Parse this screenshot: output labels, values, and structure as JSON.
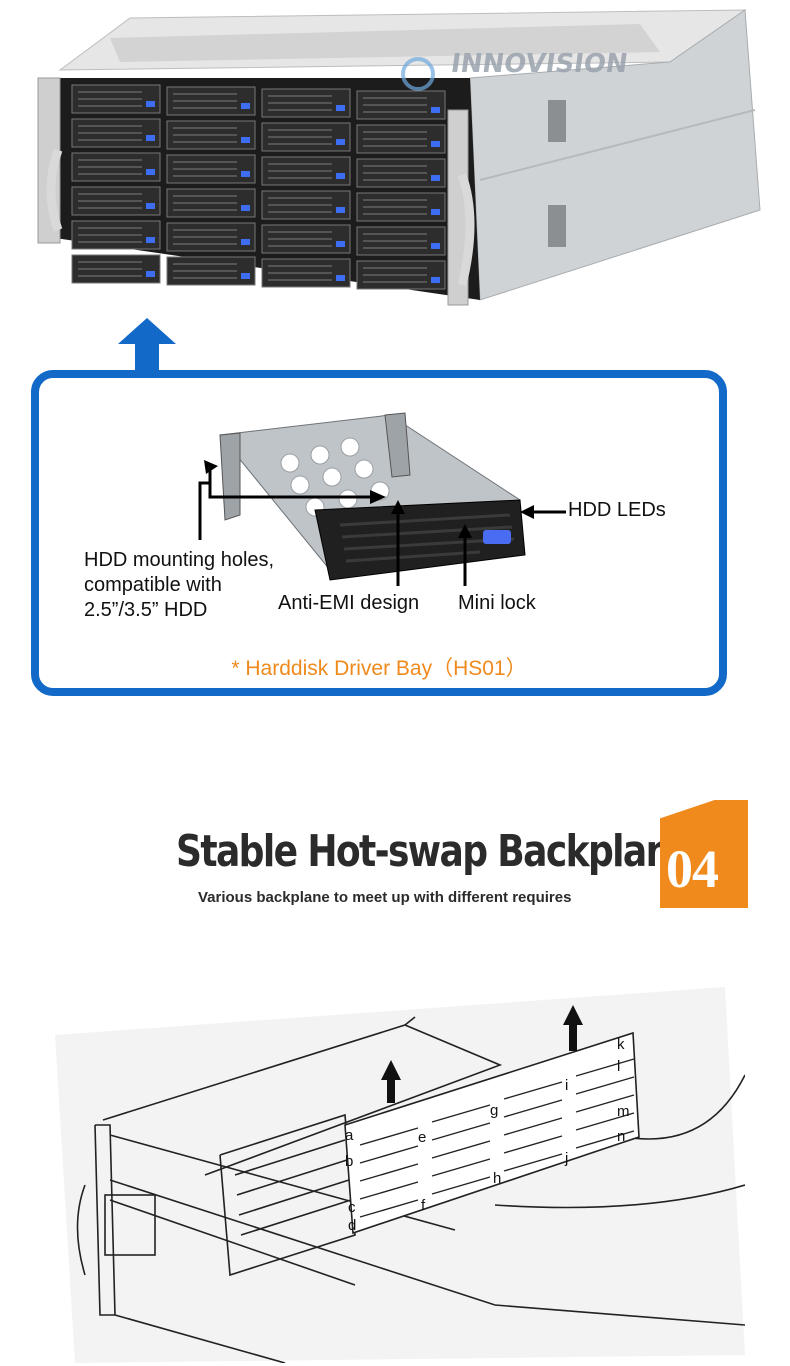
{
  "photo": {
    "brand": "INNOVISION"
  },
  "bay_callout": {
    "labels": {
      "mounting_holes": [
        "HDD mounting holes,",
        "compatible with",
        "2.5”/3.5” HDD"
      ],
      "anti_emi": "Anti-EMI design",
      "mini_lock": "Mini lock",
      "hdd_leds": "HDD LEDs"
    },
    "caption": "* Harddisk Driver Bay（HS01）"
  },
  "section": {
    "title": "Stable Hot-swap Backplane",
    "subtitle": "Various backplane to meet up with different requires",
    "number": "04"
  },
  "diagram": {
    "slot_letters": [
      "a",
      "b",
      "c",
      "d",
      "e",
      "f",
      "g",
      "h",
      "i",
      "j",
      "k",
      "l",
      "m",
      "n"
    ]
  },
  "colors": {
    "accent_blue": "#1269c7",
    "accent_orange": "#f08a1d"
  }
}
